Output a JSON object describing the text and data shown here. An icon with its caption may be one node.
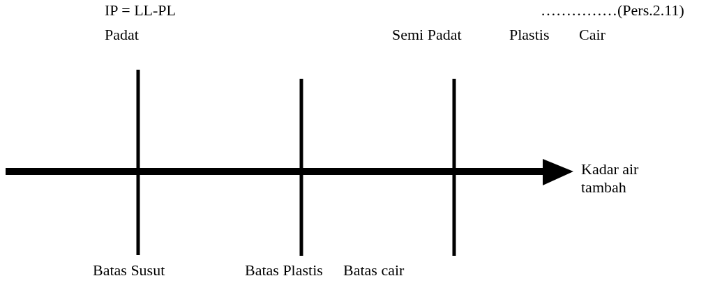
{
  "diagram": {
    "labels": [
      "IP = LL-PL",
      "……………(Pers.2.11)",
      "Padat",
      "Semi Padat",
      "Plastis",
      "Cair",
      "Kadar air tambah",
      "Batas Susut",
      "Batas Plastis",
      "Batas cair"
    ]
  }
}
